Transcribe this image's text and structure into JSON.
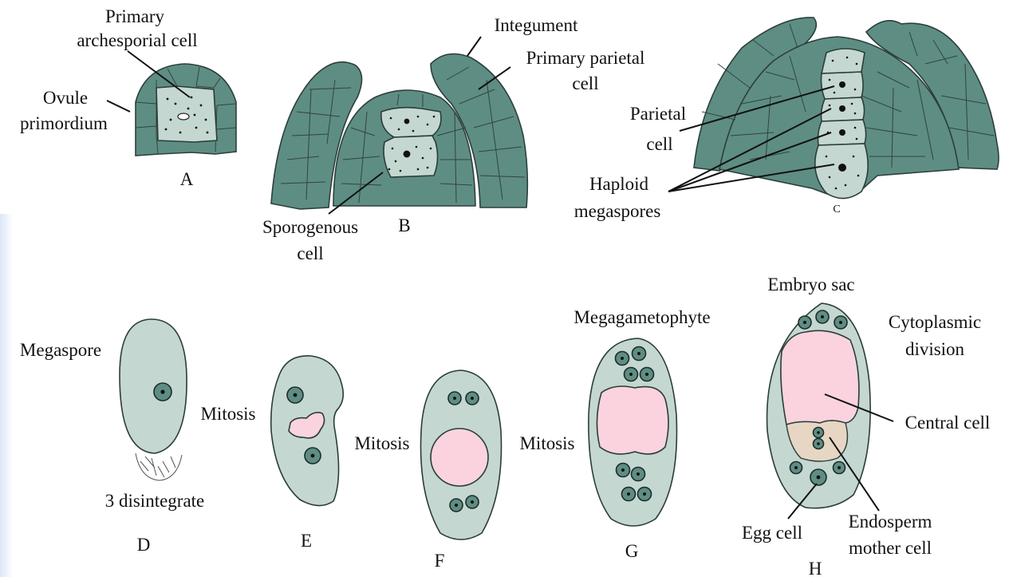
{
  "stages": {
    "A": {
      "caption": "A",
      "labels": {
        "primary_archesporial_1": "Primary",
        "primary_archesporial_2": "archesporial cell",
        "ovule_1": "Ovule",
        "ovule_2": "primordium"
      }
    },
    "B": {
      "caption": "B",
      "labels": {
        "integument": "Integument",
        "primary_parietal_1": "Primary parietal",
        "primary_parietal_2": "cell",
        "sporogenous_1": "Sporogenous",
        "sporogenous_2": "cell"
      }
    },
    "C": {
      "caption": "C",
      "labels": {
        "parietal_1": "Parietal",
        "parietal_2": "cell",
        "haploid_1": "Haploid",
        "haploid_2": "megaspores"
      }
    },
    "D": {
      "caption": "D",
      "labels": {
        "megaspore": "Megaspore",
        "disintegrate": "3 disintegrate"
      }
    },
    "E": {
      "caption": "E",
      "labels": {
        "mitosis": "Mitosis"
      }
    },
    "F": {
      "caption": "F",
      "labels": {
        "mitosis": "Mitosis"
      }
    },
    "G": {
      "caption": "G",
      "labels": {
        "mitosis": "Mitosis",
        "megagametophyte": "Megagametophyte"
      }
    },
    "H": {
      "caption": "H",
      "labels": {
        "embryo_sac": "Embryo sac",
        "cytoplasmic_1": "Cytoplasmic",
        "cytoplasmic_2": "division",
        "central_cell": "Central cell",
        "egg_cell": "Egg cell",
        "endosperm_1": "Endosperm",
        "endosperm_2": "mother cell"
      }
    }
  },
  "colors": {
    "tissue": "#5e8d84",
    "pale_cell": "#c4d7d0",
    "pink": "#fad3df",
    "tan": "#e6d6c3",
    "outline": "#2a3d38"
  }
}
